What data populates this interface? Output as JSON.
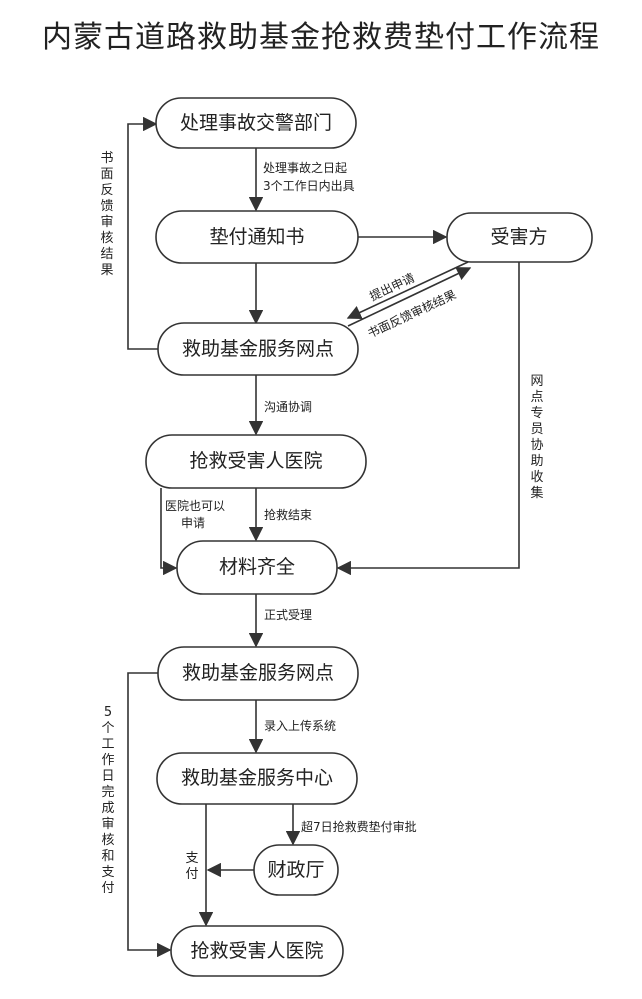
{
  "title": "内蒙古道路救助基金抢救费垫付工作流程",
  "nodes": {
    "traffic_police": "处理事故交警部门",
    "notice": "垫付通知书",
    "victim": "受害方",
    "service_point_1": "救助基金服务网点",
    "hospital_1": "抢救受害人医院",
    "materials": "材料齐全",
    "service_point_2": "救助基金服务网点",
    "service_center": "救助基金服务中心",
    "finance": "财政厅",
    "hospital_2": "抢救受害人医院"
  },
  "labels": {
    "issue_line1": "处理事故之日起",
    "issue_line2": "3个工作日内出具",
    "apply": "提出申请",
    "feedback_diag": "书面反馈审核结果",
    "written_feedback": [
      "书",
      "面",
      "反",
      "馈",
      "审",
      "核",
      "结",
      "果"
    ],
    "communicate": "沟通协调",
    "point_collect": [
      "网",
      "点",
      "专",
      "员",
      "协",
      "助",
      "收",
      "集"
    ],
    "hospital_apply_line1": "医院也可以",
    "hospital_apply_line2": "申请",
    "rescue_end": "抢救结束",
    "formal_accept": "正式受理",
    "upload": "录入上传系统",
    "over7": "超7日抢救费垫付审批",
    "pay": [
      "支",
      "付"
    ],
    "five_days": [
      "5",
      "个",
      "工",
      "作",
      "日",
      "完",
      "成",
      "审",
      "核",
      "和",
      "支",
      "付"
    ]
  }
}
